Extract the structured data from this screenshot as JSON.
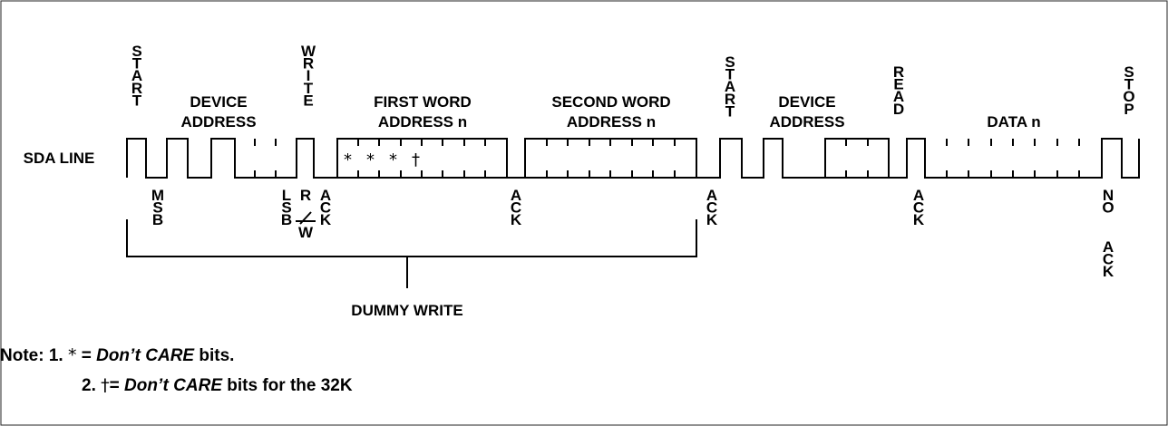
{
  "signal_label": "SDA LINE",
  "top_labels": {
    "start1": "START",
    "device_address1_line1": "DEVICE",
    "device_address1_line2": "ADDRESS",
    "write": "WRITE",
    "first_word_line1": "FIRST WORD",
    "first_word_line2": "ADDRESS n",
    "second_word_line1": "SECOND WORD",
    "second_word_line2": "ADDRESS n",
    "start2": "START",
    "device_address2_line1": "DEVICE",
    "device_address2_line2": "ADDRESS",
    "read": "READ",
    "data": "DATA n",
    "stop": "STOP"
  },
  "bottom_labels": {
    "msb": "MSB",
    "lsb": "LSB",
    "rw_r": "R",
    "rw_w": "W",
    "ack1": "ACK",
    "ack2": "ACK",
    "ack3": "ACK",
    "ack4": "ACK",
    "no": "NO",
    "no_ack": "ACK"
  },
  "dont_care_marks": "* * * †",
  "dummy_write": "DUMMY WRITE",
  "notes": {
    "line1_prefix": "Note: 1. ",
    "line1_symbol": "*",
    "line1_eq": " = ",
    "line1_italic": "Don’t CARE",
    "line1_suffix": " bits.",
    "line2_prefix": "2. ",
    "line2_symbol": "†",
    "line2_eq": "= ",
    "line2_italic": "Don’t CARE",
    "line2_suffix": " bits for the 32K"
  }
}
